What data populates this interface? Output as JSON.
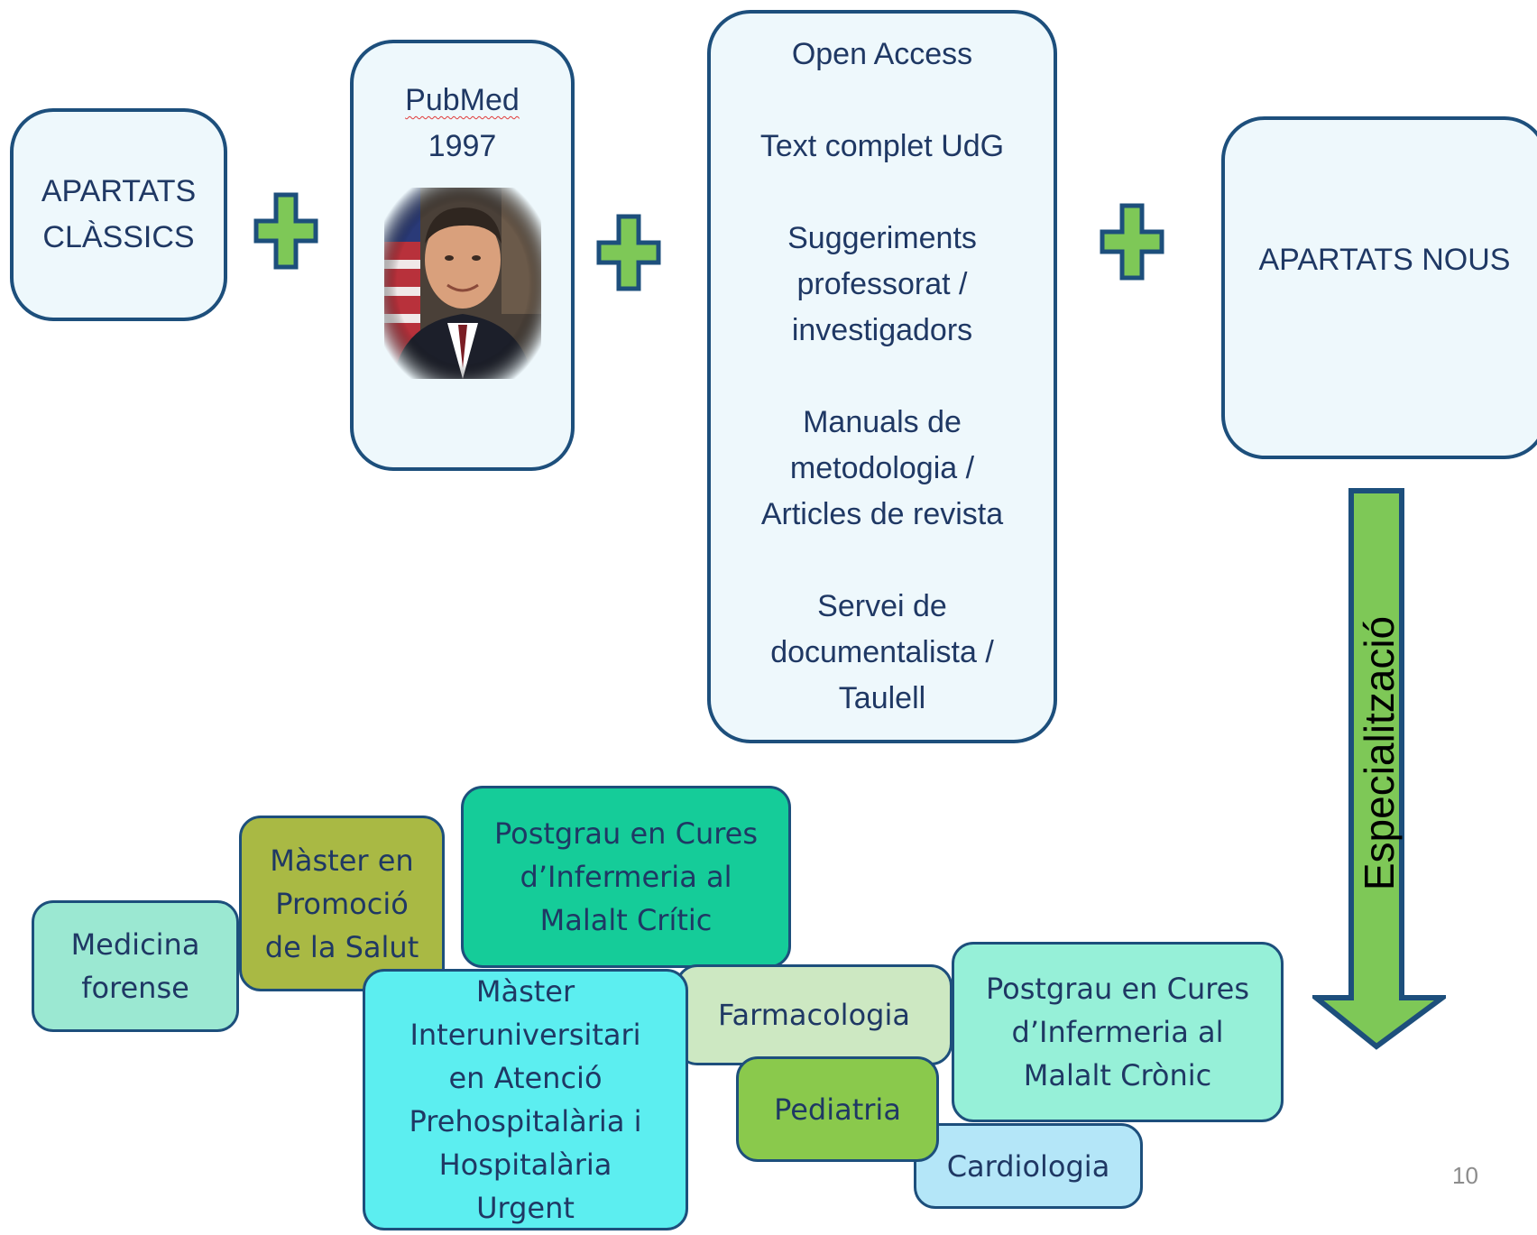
{
  "top_boxes": {
    "classics": [
      "APARTATS",
      "CLÀSSICS"
    ],
    "pubmed": {
      "label": "PubMed",
      "year": "1997",
      "photo": "portrait-photo"
    },
    "resources": {
      "line1": "Open Access",
      "line2": "Text complet UdG",
      "line3a": "Suggeriments",
      "line3b": "professorat /",
      "line3c": "investigadors",
      "line4a": "Manuals de",
      "line4b": "metodologia /",
      "line4c": "Articles de revista",
      "line5a": "Servei de",
      "line5b": "documentalista /",
      "line5c": "Taulell"
    },
    "new": "APARTATS NOUS"
  },
  "plus_icons": [
    "plus-icon",
    "plus-icon",
    "plus-icon"
  ],
  "arrow": {
    "label": "Especialització",
    "icon": "down-arrow-icon",
    "color": "#7ec857"
  },
  "specialities": {
    "medicina_forense": [
      "Medicina",
      "forense"
    ],
    "master_promocio": [
      "Màster en",
      "Promoció",
      "de la Salut"
    ],
    "postgrau_critic": [
      "Postgrau en Cures",
      "d’Infermeria al",
      "Malalt Crític"
    ],
    "master_interuniv": [
      "Màster",
      "Interuniversitari",
      "en Atenció",
      "Prehospitalària i",
      "Hospitalària",
      "Urgent"
    ],
    "farmacologia": "Farmacologia",
    "pediatria": "Pediatria",
    "postgrau_cronic": [
      "Postgrau en Cures",
      "d’Infermeria al",
      "Malalt Crònic"
    ],
    "cardiologia": "Cardiologia"
  },
  "colors": {
    "border": "#1d4f7c",
    "box_fill": "#eef8fc",
    "plus_fill": "#7ec857",
    "medicina": "#9be8d2",
    "master_promocio": "#a9b944",
    "postgrau_critic": "#15cc99",
    "master_interuniv": "#5ceef0",
    "farmacologia": "#cde8c2",
    "pediatria": "#8ac94c",
    "postgrau_cronic": "#96f0d8",
    "cardiologia": "#b4e6f8"
  },
  "page_number": "10"
}
